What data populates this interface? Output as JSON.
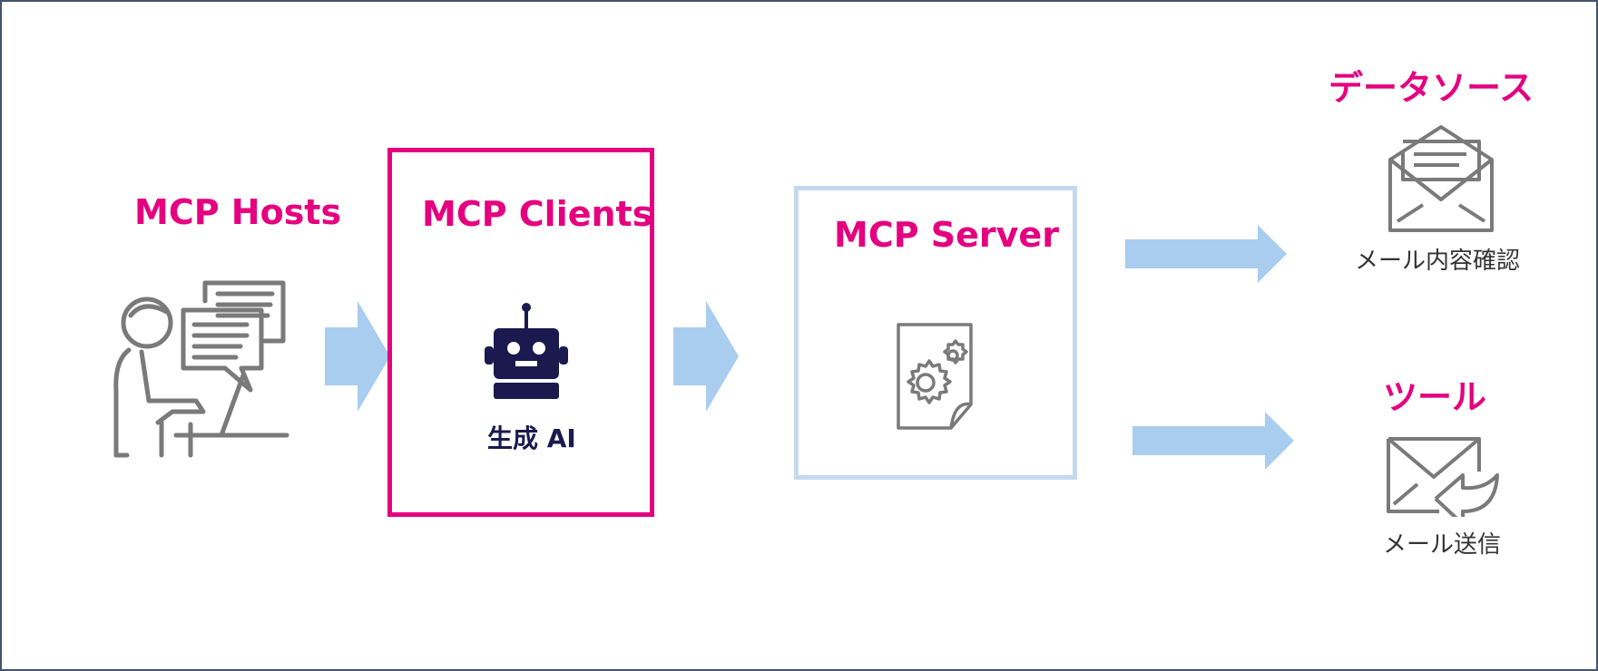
{
  "hosts": {
    "title": "MCP Hosts",
    "icon": "person-at-laptop-chat-icon"
  },
  "clients": {
    "title": "MCP Clients",
    "icon": "robot-icon",
    "ai_label": "生成 AI"
  },
  "server": {
    "title": "MCP Server",
    "icon": "gear-document-icon"
  },
  "data_source": {
    "title": "データソース",
    "icon": "open-envelope-icon",
    "caption": "メール内容確認"
  },
  "tool": {
    "title": "ツール",
    "icon": "envelope-send-icon",
    "caption": "メール送信"
  },
  "colors": {
    "accent": "#e4007f",
    "arrow": "#a9cdef",
    "server_border": "#c5d9ee",
    "icon_gray": "#7a7a7a",
    "robot": "#1a1a4e",
    "frame": "#44546a"
  }
}
